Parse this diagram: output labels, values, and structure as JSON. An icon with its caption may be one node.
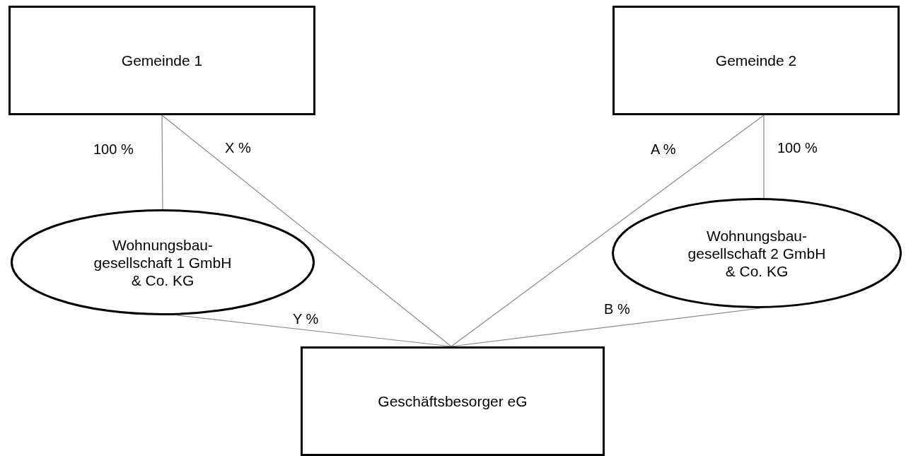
{
  "diagram": {
    "nodes": [
      {
        "text": [
          "Gemeinde 1"
        ]
      },
      {
        "text": [
          "Gemeinde 2"
        ]
      },
      {
        "text": [
          "Wohnungsbau- gesellschaft 1 GmbH & Co. KG"
        ]
      },
      {
        "text": [
          "Wohnungsbau- gesellschaft 2 GmbH & Co. KG"
        ]
      },
      {
        "text": [
          "Geschäftsbesorger eG"
        ]
      }
    ],
    "edges": [
      {
        "from": 0,
        "to": 2,
        "arrow": "none",
        "label": "100 %"
      },
      {
        "from": 0,
        "to": 4,
        "arrow": "none",
        "label": "X %"
      },
      {
        "from": 2,
        "to": 4,
        "arrow": "none",
        "label": "Y %"
      },
      {
        "from": 1,
        "to": 4,
        "arrow": "none",
        "label": "A %"
      },
      {
        "from": 1,
        "to": 3,
        "arrow": "none",
        "label": "100 %"
      },
      {
        "from": 3,
        "to": 4,
        "arrow": "none",
        "label": "B %"
      }
    ]
  }
}
